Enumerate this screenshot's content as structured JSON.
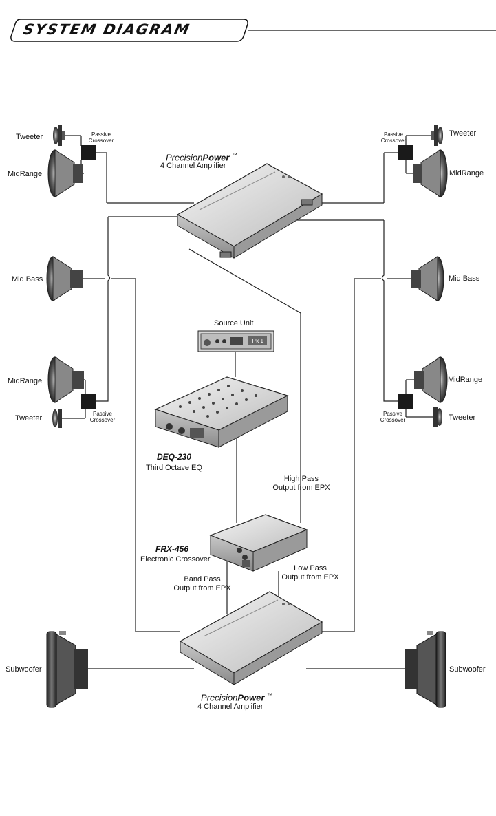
{
  "title": "SYSTEM DIAGRAM",
  "amplifiers": {
    "top": {
      "brand_regular": "Precision",
      "brand_bold": "Power",
      "tm": "™",
      "subtitle": "4 Channel Amplifier"
    },
    "bottom": {
      "brand_regular": "Precision",
      "brand_bold": "Power",
      "tm": "™",
      "subtitle": "4 Channel Amplifier"
    }
  },
  "source_unit": {
    "label": "Source Unit"
  },
  "eq": {
    "model": "DEQ-230",
    "subtitle": "Third Octave EQ"
  },
  "crossover": {
    "model": "FRX-456",
    "subtitle": "Electronic Crossover"
  },
  "outputs": {
    "high_pass": {
      "line1": "High Pass",
      "line2": "Output from EPX"
    },
    "band_pass": {
      "line1": "Band Pass",
      "line2": "Output from EPX"
    },
    "low_pass": {
      "line1": "Low Pass",
      "line2": "Output from EPX"
    }
  },
  "speakers": {
    "tweeter_top_left": "Tweeter",
    "midrange_top_left": "MidRange",
    "tweeter_top_right": "Tweeter",
    "midrange_top_right": "MidRange",
    "midbass_left": "Mid Bass",
    "midbass_right": "Mid Bass",
    "midrange_mid_left": "MidRange",
    "tweeter_mid_left": "Tweeter",
    "midrange_mid_right": "MidRange",
    "tweeter_mid_right": "Tweeter",
    "subwoofer_left": "Subwoofer",
    "subwoofer_right": "Subwoofer"
  },
  "passive_crossovers": {
    "top_left": {
      "line1": "Passive",
      "line2": "Crossover"
    },
    "top_right": {
      "line1": "Passive",
      "line2": "Crossover"
    },
    "mid_left": {
      "line1": "Passive",
      "line2": "Crossover"
    },
    "mid_right": {
      "line1": "Passive",
      "line2": "Crossover"
    }
  },
  "source_display": "Trk 1"
}
